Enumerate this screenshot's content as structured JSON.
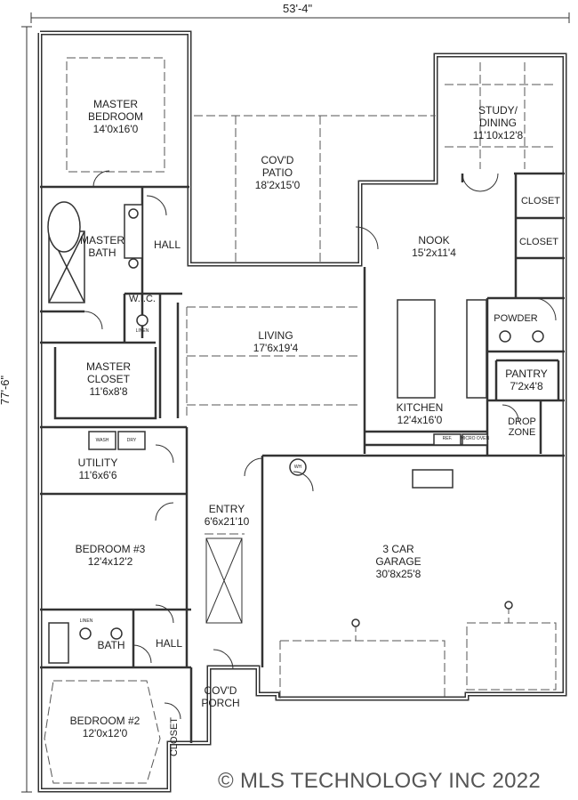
{
  "overall": {
    "width_label": "53'-4\"",
    "depth_label": "77'-6\""
  },
  "rooms": {
    "master_bedroom": {
      "name": "MASTER BEDROOM",
      "line1": "MASTER",
      "line2": "BEDROOM",
      "size": "14'0x16'0"
    },
    "covd_patio": {
      "line1": "COV'D",
      "line2": "PATIO",
      "size": "18'2x15'0"
    },
    "study_dining": {
      "line1": "STUDY/",
      "line2": "DINING",
      "size": "11'10x12'8"
    },
    "closet_upper": {
      "name": "CLOSET"
    },
    "closet_lower": {
      "name": "CLOSET"
    },
    "master_bath": {
      "line1": "MASTER",
      "line2": "BATH"
    },
    "hall_upper": {
      "name": "HALL"
    },
    "nook": {
      "name": "NOOK",
      "size": "15'2x11'4"
    },
    "wic": {
      "name": "W.I.C."
    },
    "living": {
      "name": "LIVING",
      "size": "17'6x19'4"
    },
    "powder": {
      "name": "POWDER"
    },
    "master_closet": {
      "line1": "MASTER",
      "line2": "CLOSET",
      "size": "11'6x8'8"
    },
    "pantry": {
      "name": "PANTRY",
      "size": "7'2x4'8"
    },
    "kitchen": {
      "name": "KITCHEN",
      "size": "12'4x16'0"
    },
    "drop_zone": {
      "line1": "DROP",
      "line2": "ZONE"
    },
    "utility": {
      "name": "UTILITY",
      "size": "11'6x6'6"
    },
    "entry": {
      "name": "ENTRY",
      "size": "6'6x21'10"
    },
    "garage": {
      "line1": "3 CAR",
      "line2": "GARAGE",
      "size": "30'8x25'8"
    },
    "bedroom3": {
      "name": "BEDROOM #3",
      "size": "12'4x12'2"
    },
    "bath": {
      "name": "BATH"
    },
    "hall_lower": {
      "name": "HALL"
    },
    "covd_porch": {
      "line1": "COV'D",
      "line2": "PORCH"
    },
    "bedroom2": {
      "name": "BEDROOM #2",
      "size": "12'0x12'0"
    },
    "closet_bed2": {
      "name": "CLOSET"
    }
  },
  "fixtures": {
    "linen1": "LINEN",
    "linen2": "LINEN",
    "wash": "WASH",
    "dry": "DRY",
    "ref": "REF.",
    "micro_oven": "MICRO OVEN",
    "wh": "WH"
  },
  "watermark": "© MLS TECHNOLOGY INC 2022",
  "colors": {
    "wall": "#333333",
    "fill": "#ffffff",
    "ink": "#222222",
    "dash": "#555555"
  }
}
